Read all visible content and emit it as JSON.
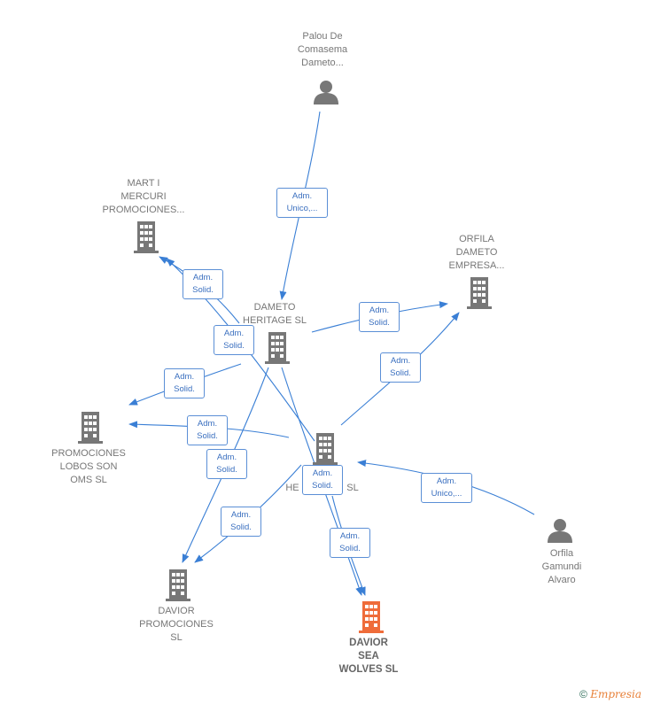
{
  "colors": {
    "link": "#3a7fd5",
    "node": "#777777",
    "highlight": "#ef6c3a"
  },
  "nodes": {
    "palou": {
      "label": "Palou De\nComasema\nDameto...",
      "type": "person"
    },
    "mart": {
      "label": "MART I\nMERCURI\nPROMOCIONES...",
      "type": "company"
    },
    "orfila_emp": {
      "label": "ORFILA\nDAMETO\nEMPRESA...",
      "type": "company"
    },
    "dameto": {
      "label": "DAMETO\nHERITAGE  SL",
      "type": "company"
    },
    "promociones": {
      "label": "PROMOCIONES\nLOBOS SON\nOMS  SL",
      "type": "company"
    },
    "he": {
      "label_left": "HE",
      "label_right": "SL",
      "type": "company"
    },
    "davior_prom": {
      "label": "DAVIOR\nPROMOCIONES\nSL",
      "type": "company"
    },
    "davior_sea": {
      "label": "DAVIOR\nSEA\nWOLVES  SL",
      "type": "company-main"
    },
    "orfila_gam": {
      "label": "Orfila\nGamundi\nAlvaro",
      "type": "person"
    }
  },
  "relations": {
    "r1": "Adm.\nUnico,...",
    "r2": "Adm.\nSolid.",
    "r3": "Adm.\nSolid.",
    "r4": "Adm.\nSolid.",
    "r5": "Adm.\nSolid.",
    "r6": "Adm.\nSolid.",
    "r7": "Adm.\nSolid.",
    "r8": "Adm.\nSolid.",
    "r9": "Adm.\nSolid.",
    "r10": "Adm.\nSolid.",
    "r11": "Adm.\nSolid.",
    "r12": "Adm.\nUnico,..."
  },
  "watermark": {
    "symbol": "©",
    "brand": "Empresia"
  }
}
